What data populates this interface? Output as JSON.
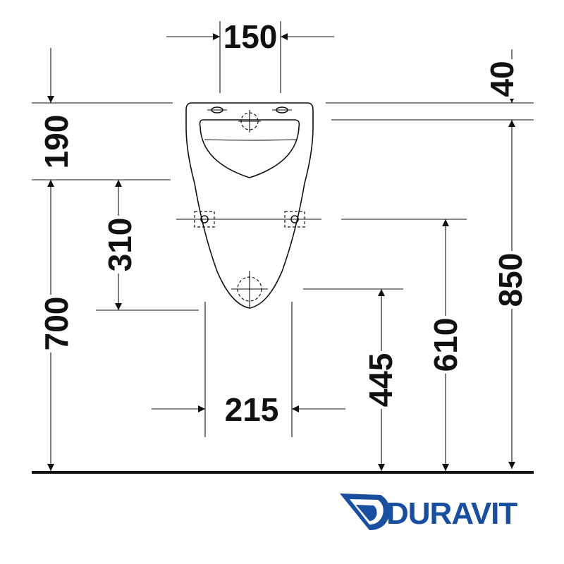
{
  "drawing": {
    "dimensions": {
      "top_width": "150",
      "top_offset": "40",
      "upper_height": "190",
      "mid_height": "310",
      "total_height": "700",
      "full_height": "850",
      "side_fixing_height": "610",
      "outlet_height": "445",
      "bottom_width": "215"
    }
  },
  "brand": {
    "name": "DURAVIT",
    "color": "#1a4e9e"
  }
}
